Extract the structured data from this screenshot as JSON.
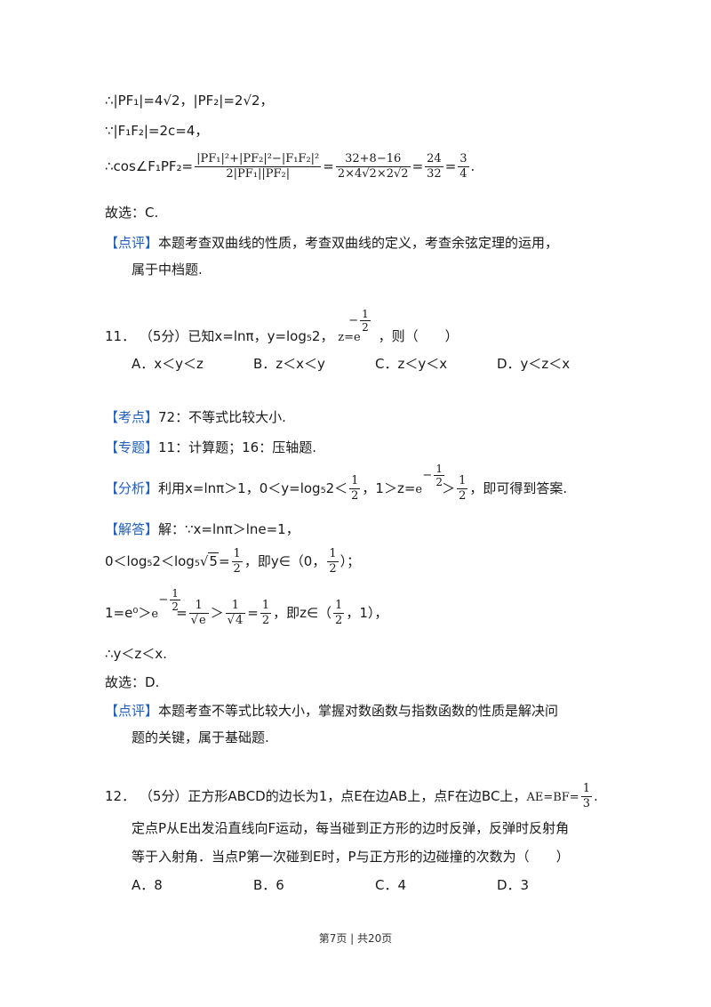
{
  "p10": {
    "l1": "∴|PF₁|=4√2，|PF₂|=2√2，",
    "l2": "∵|F₁F₂|=2c=4，",
    "l3_prefix": "∴cos∠F₁PF₂=",
    "f1_num": "|PF₁|²+|PF₂|²−|F₁F₂|²",
    "f1_den": "2|PF₁||PF₂|",
    "f2_num": "32+8−16",
    "f2_den": "2×4√2×2√2",
    "f3_num": "24",
    "f3_den": "32",
    "f4_num": "3",
    "f4_den": "4",
    "period": ".",
    "answer": "故选：C.",
    "review_tag": "【点评】",
    "review_1": "本题考查双曲线的性质，考查双曲线的定义，考查余弦定理的运用，",
    "review_2": "属于中档题."
  },
  "q11": {
    "number": "11．",
    "score": "（5分）",
    "stem_a": "已知x=lnπ，y=log₅2，",
    "z_eq": "z=e",
    "exp_num": "1",
    "exp_den": "2",
    "stem_b": "，则（　　）",
    "options": [
      "A．x＜y＜z",
      "B．z＜x＜y",
      "C．z＜y＜x",
      "D．y＜z＜x"
    ],
    "kaodian_tag": "【考点】",
    "kaodian": "72：不等式比较大小.",
    "zhuanti_tag": "【专题】",
    "zhuanti": "11：计算题；16：压轴题.",
    "fenxi_tag": "【分析】",
    "fenxi_a": "利用x=lnπ＞1，0＜y=log₅2＜",
    "fenxi_b": "，1＞z=",
    "fenxi_c": "＞",
    "fenxi_d": "，即可得到答案.",
    "jieda_tag": "【解答】",
    "jieda_1": "解：∵x=lnπ＞lne=1，",
    "jieda_2a": "0＜log₅2＜log₅",
    "jieda_2_rad": "5",
    "jieda_2b": "=",
    "jieda_2c": "，即y∈（0，",
    "jieda_2d": "）；",
    "jieda_3a": "1=e⁰＞",
    "jieda_3b": "=",
    "jieda_3_den1": "e",
    "jieda_3c": "＞",
    "jieda_3_den2": "4",
    "jieda_3d": "=",
    "jieda_3e": "，即z∈（",
    "jieda_3f": "，1），",
    "jieda_4": "∴y＜z＜x.",
    "answer": "故选：D.",
    "review_tag": "【点评】",
    "review_1": "本题考查不等式比较大小，掌握对数函数与指数函数的性质是解决问",
    "review_2": "题的关键，属于基础题."
  },
  "q12": {
    "number": "12．",
    "score": "（5分）",
    "stem_1": "正方形ABCD的边长为1，点E在边AB上，点F在边BC上，",
    "ae_bf": "AE=BF=",
    "frac_num": "1",
    "frac_den": "3",
    "period": ".",
    "stem_2": "定点P从E出发沿直线向F运动，每当碰到正方形的边时反弹，反弹时反射角",
    "stem_3": "等于入射角．当点P第一次碰到E时，P与正方形的边碰撞的次数为（　　）",
    "options": [
      "A．8",
      "B．6",
      "C．4",
      "D．3"
    ]
  },
  "footer": "第7页 | 共20页"
}
